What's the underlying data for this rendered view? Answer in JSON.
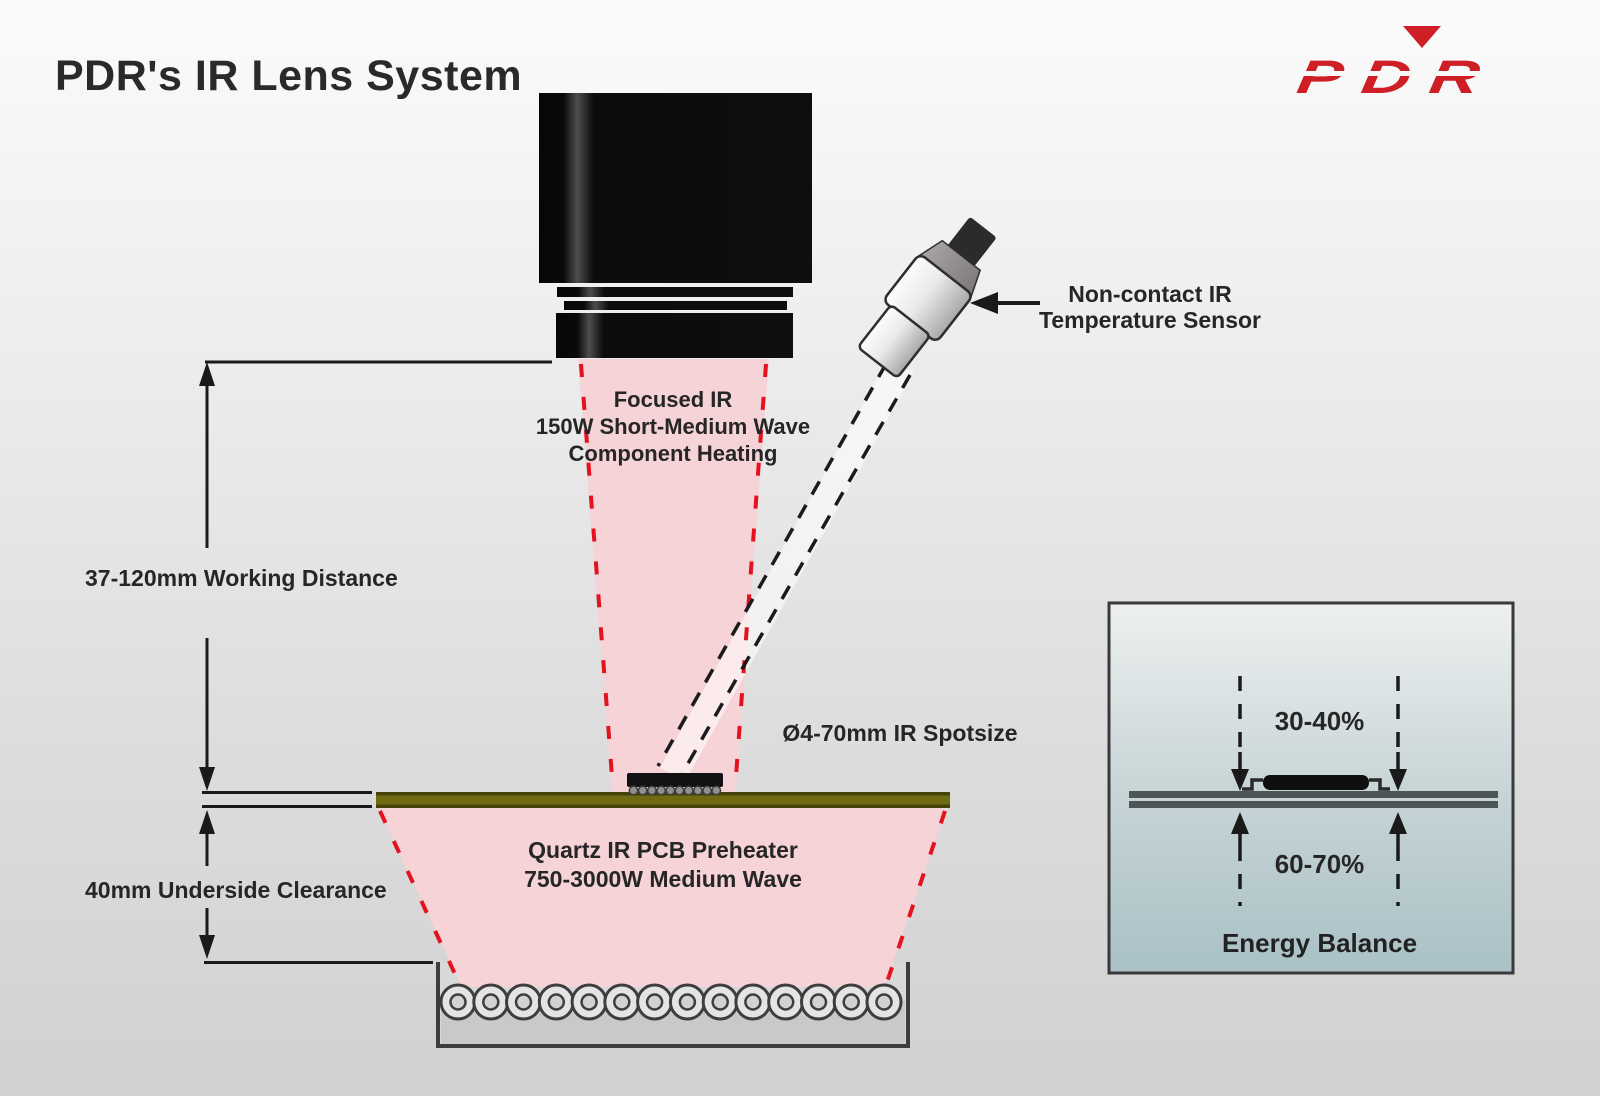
{
  "header": {
    "title": "PDR's IR Lens System"
  },
  "logo": {
    "letters": "PDR"
  },
  "annotations": {
    "focused_ir": {
      "line1": "Focused IR",
      "line2": "150W Short-Medium Wave",
      "line3": "Component Heating"
    },
    "temp_sensor": {
      "line1": "Non-contact IR",
      "line2": "Temperature Sensor"
    },
    "working_distance": "37-120mm Working Distance",
    "ir_spotsize": "Ø4-70mm IR Spotsize",
    "preheater": {
      "line1": "Quartz IR PCB Preheater",
      "line2": "750-3000W Medium Wave"
    },
    "underside_clearance": "40mm Underside Clearance"
  },
  "energy_balance": {
    "top_value": "30-40%",
    "bottom_value": "60-70%",
    "title": "Energy Balance"
  },
  "colors": {
    "brand_red": "#ce1f26",
    "beam_pink": "#f5d3d6",
    "beam_dash_red": "#e4111e",
    "pcb_olive": "#6f6b11",
    "pcb_olive_dark": "#44420a",
    "inset_bluegray": "#a9c1c6",
    "line_black": "#1a1a1a",
    "text_dark": "#262626"
  }
}
